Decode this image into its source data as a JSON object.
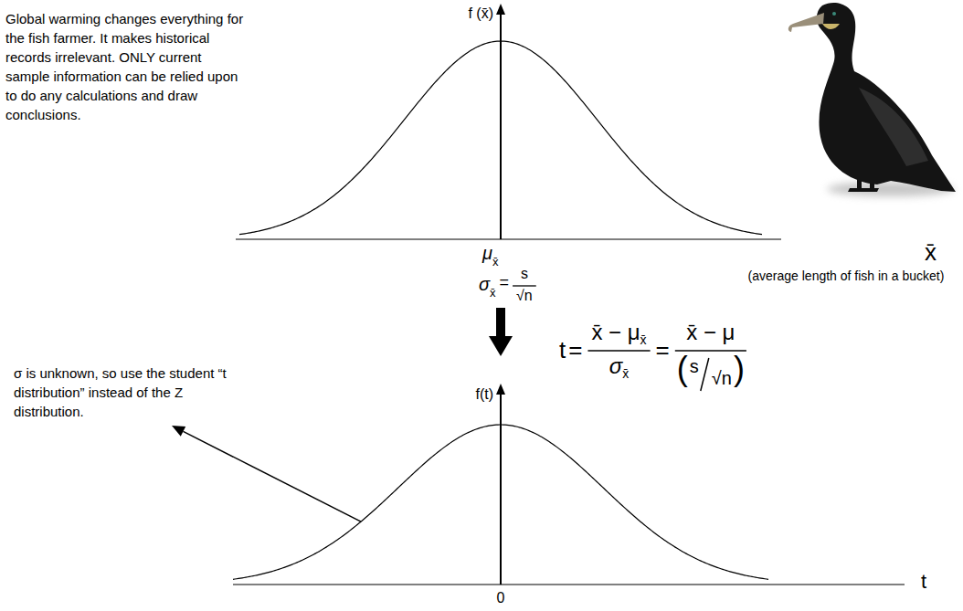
{
  "diagram": {
    "labels": [
      "Global warming changes everything for the fish farmer. It makes historical records irrelevant. ONLY current sample information can be relied upon to do any calculations and draw conclusions.",
      "f (x̄)",
      "x̄",
      "(average length of fish in a bucket)",
      "μ",
      "x̄",
      "σ",
      "x̄",
      "=",
      "s",
      "√n",
      "t",
      "=",
      "x̄ − μ",
      "x̄",
      "σ",
      "x̄",
      "=",
      "x̄ − μ",
      "(",
      "s",
      "√n",
      ")",
      "f(t)",
      "σ is unknown, so use the student “t distribution” instead of the Z distribution.",
      "0",
      "t"
    ]
  }
}
